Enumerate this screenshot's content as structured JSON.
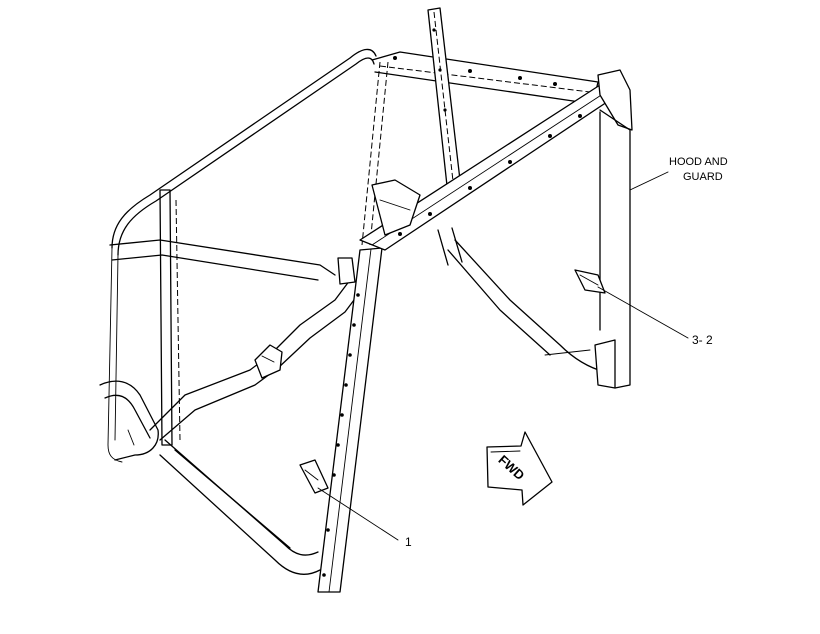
{
  "callouts": {
    "hood_and_guard_line1": "HOOD AND",
    "hood_and_guard_line2": "GUARD",
    "part_1": "1",
    "part_3_2": "3- 2"
  },
  "direction_arrow": {
    "label": "FWD"
  },
  "colors": {
    "line": "#000000",
    "background": "#ffffff"
  }
}
